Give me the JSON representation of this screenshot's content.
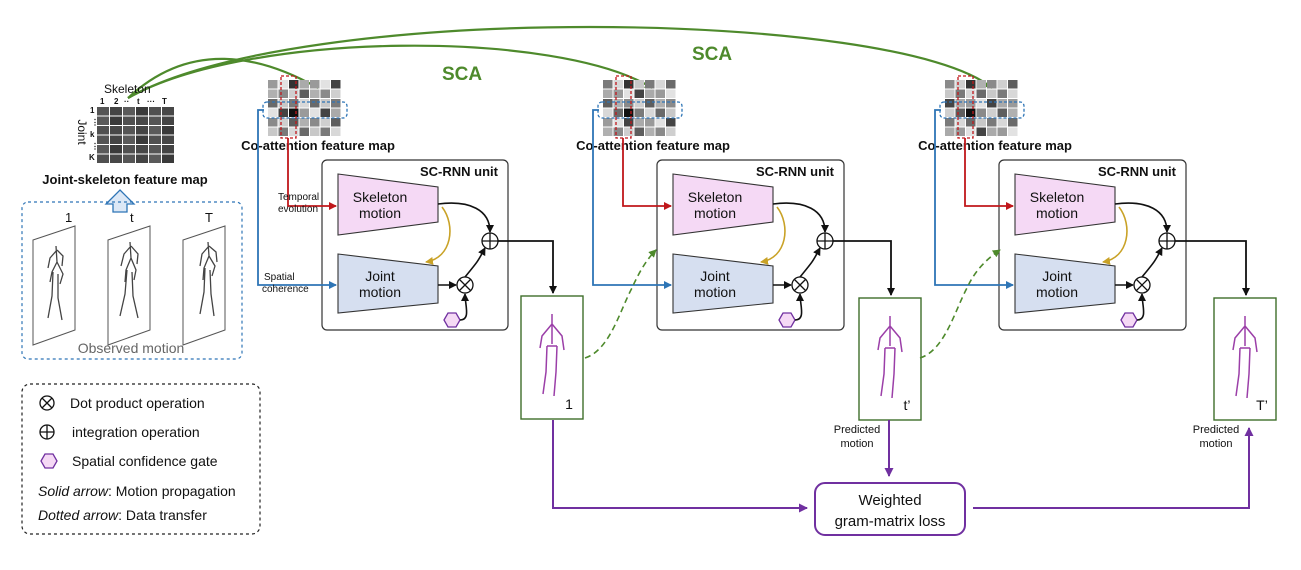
{
  "colors": {
    "sca_green": "#4e8a2c",
    "red_arrow": "#c0171b",
    "blue_arrow": "#2e75b6",
    "purple": "#7030a0",
    "olive_gold": "#c9a227",
    "skeleton_fill": "#f5d9f5",
    "joint_fill": "#d6dff0",
    "frame_green": "#3f6e2a"
  },
  "labels": {
    "sca_1": "SCA",
    "sca_2": "SCA",
    "skeleton": "Skeleton",
    "joint": "Joint",
    "joint_skeleton_map": "Joint-skeleton feature map",
    "matrix_cols": [
      "1",
      "2",
      "··",
      "t",
      "···",
      "T"
    ],
    "matrix_rows": [
      "1",
      "⋮",
      "k",
      "⋮",
      "K"
    ],
    "observed_motion": "Observed motion",
    "frame_labels": [
      "1",
      "t",
      "T"
    ],
    "coattention": "Co-attention feature map",
    "scrnn_unit": "SC-RNN unit",
    "skeleton_motion_1": "Skeleton",
    "skeleton_motion_2": "motion",
    "joint_motion_1": "Joint",
    "joint_motion_2": "motion",
    "temporal_1": "Temporal",
    "temporal_2": "evolution",
    "spatial_1": "Spatial",
    "spatial_2": "coherence",
    "output_1": "1",
    "output_2": "t’",
    "output_3": "T’",
    "predicted_1": "Predicted",
    "predicted_2": "motion",
    "loss_1": "Weighted",
    "loss_2": "gram-matrix loss"
  },
  "legend": {
    "dot_product": "Dot product operation",
    "integration": "integration operation",
    "gate": "Spatial confidence gate",
    "solid_label": "Solid arrow",
    "solid_desc": ": Motion propagation",
    "dotted_label": "Dotted arrow",
    "dotted_desc": ": Data transfer"
  }
}
